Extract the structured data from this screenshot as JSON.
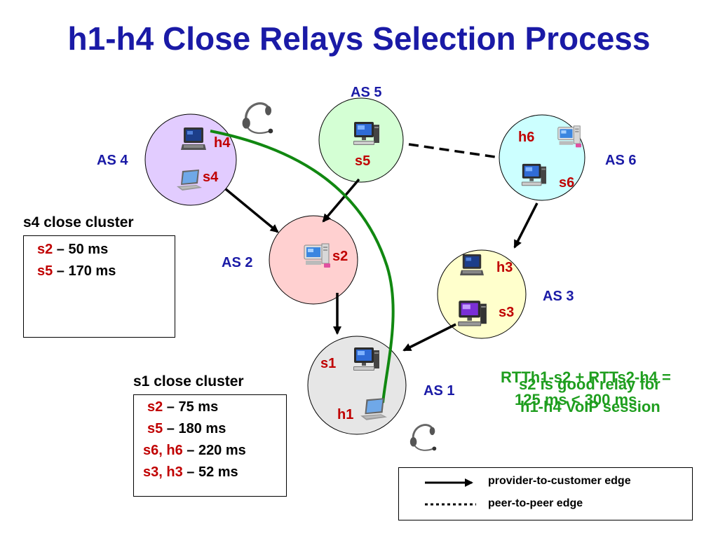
{
  "title": "h1-h4 Close Relays Selection Process",
  "ases": [
    {
      "id": "as1",
      "label": "AS 1",
      "color": "#e6e6e6"
    },
    {
      "id": "as2",
      "label": "AS 2",
      "color": "#ffd0d0"
    },
    {
      "id": "as3",
      "label": "AS 3",
      "color": "#ffffcc"
    },
    {
      "id": "as4",
      "label": "AS 4",
      "color": "#e2ccff"
    },
    {
      "id": "as5",
      "label": "AS 5",
      "color": "#d4ffd4"
    },
    {
      "id": "as6",
      "label": "AS 6",
      "color": "#ccffff"
    }
  ],
  "nodes": {
    "h1": "h1",
    "h3": "h3",
    "h4": "h4",
    "h6": "h6",
    "s1": "s1",
    "s2": "s2",
    "s3": "s3",
    "s4": "s4",
    "s5": "s5",
    "s6": "s6"
  },
  "clusters": {
    "s4": {
      "title": "s4 close cluster",
      "rows": [
        {
          "servers": "s2",
          "rtt": " – 50 ms"
        },
        {
          "servers": "s5",
          "rtt": " – 170 ms"
        }
      ]
    },
    "s1": {
      "title": "s1 close cluster",
      "rows": [
        {
          "servers": "s2",
          "rtt": " – 75 ms"
        },
        {
          "servers": "s5",
          "rtt": " – 180 ms"
        },
        {
          "servers": "s6, h6",
          "rtt": " – 220 ms"
        },
        {
          "servers": "s3, h3",
          "rtt": " – 52 ms"
        }
      ]
    }
  },
  "notes": {
    "rtt_line1": "RTTh1-s2 + RTTs2-h4 =",
    "rtt_line2": "125 ms < 300 ms",
    "relay_line1": "s2 is good relay for",
    "relay_line2": "h1-h4 VoIP session"
  },
  "legend": {
    "provider_customer": "provider-to-customer edge",
    "peer_peer": "peer-to-peer edge"
  },
  "colors": {
    "title": "#1a1aa6",
    "node_label": "#c00000",
    "path": "#118811",
    "note": "#1f9e1f"
  },
  "icons": [
    "desktop-computer-icon",
    "laptop-icon",
    "server-tower-icon",
    "headset-icon"
  ]
}
